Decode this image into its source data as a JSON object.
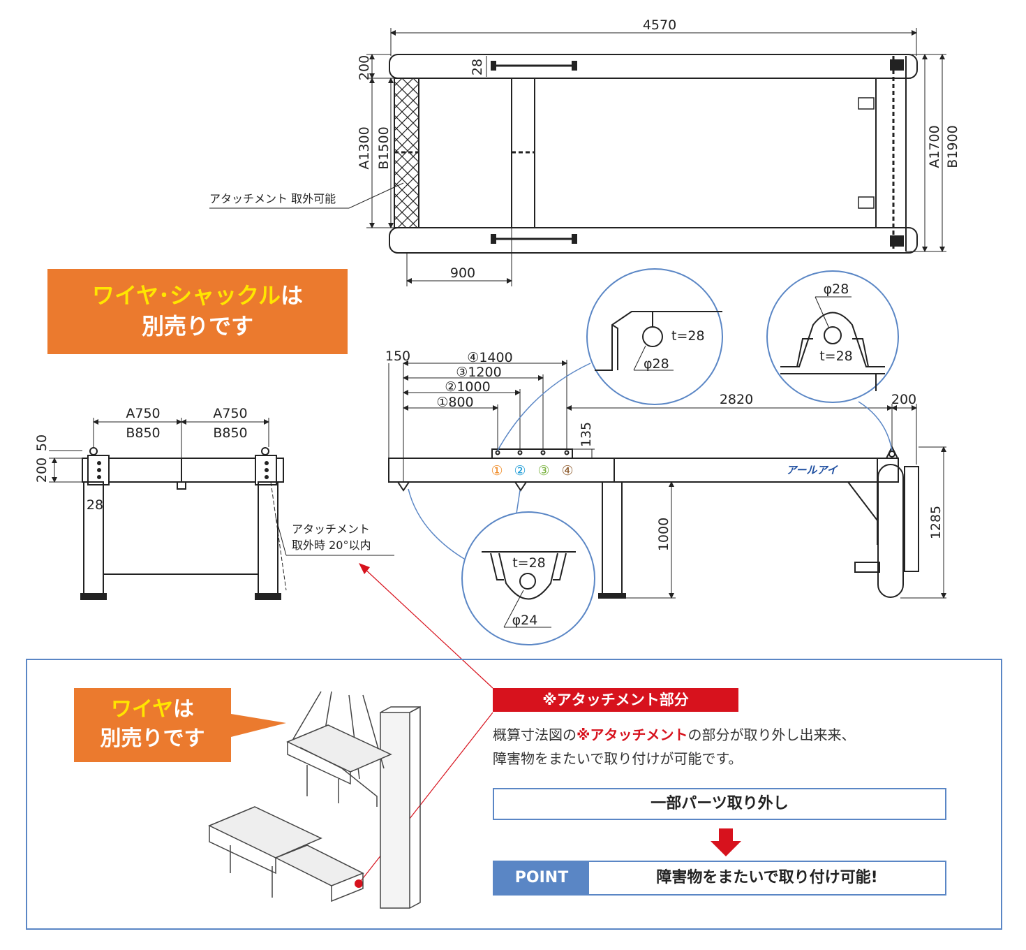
{
  "top_view": {
    "width_total": "4570",
    "end_top": "200",
    "small_gap": "28",
    "a_height": "A1300",
    "b_height": "B1500",
    "right_a": "A1700",
    "right_b": "B1900",
    "bottom_width": "900",
    "attach_label": "アタッチメント 取外可能"
  },
  "side_view": {
    "d150": "150",
    "h1": "④1400",
    "h2": "③1200",
    "h3": "②1000",
    "h4": "①800",
    "d135": "135",
    "d2820": "2820",
    "d200": "200",
    "d1000": "1000",
    "d1285": "1285",
    "markers": [
      "①",
      "②",
      "③",
      "④"
    ],
    "brand": "アールアイ"
  },
  "front_view": {
    "a750_left": "A750",
    "b850_left": "B850",
    "a750_right": "A750",
    "b850_right": "B850",
    "d50": "50",
    "d200": "200",
    "d28": "28",
    "attach_note_line1": "アタッチメント",
    "attach_note_line2": "取外時 20°以内"
  },
  "details": {
    "c1_t": "t=28",
    "c1_phi": "φ28",
    "c2_phi": "φ28",
    "c2_t": "t=28",
    "c3_t": "t=28",
    "c3_phi": "φ24"
  },
  "banner1": {
    "highlight": "ワイヤ･シャックル",
    "suffix": "は",
    "line2": "別売りです"
  },
  "banner2": {
    "highlight": "ワイヤ",
    "suffix": "は",
    "line2": "別売りです"
  },
  "attachment_section": {
    "tag": "※アタッチメント部分",
    "desc_pre": "概算寸法図の",
    "desc_red": "※アタッチメント",
    "desc_post": "の部分が取り外し出来来、",
    "desc_line2": "障害物をまたいで取り付けが可能です。",
    "step1": "一部パーツ取り外し",
    "point_label": "POINT",
    "step2": "障害物をまたいで取り付け可能!"
  },
  "colors": {
    "orange": "#eb7a2e",
    "yellow": "#ffe600",
    "red": "#d7121d",
    "blue": "#5a86c5",
    "marker1": "#f08a24",
    "marker2": "#1a9ad6",
    "marker3": "#7cb342",
    "marker4": "#8d5a2b"
  }
}
